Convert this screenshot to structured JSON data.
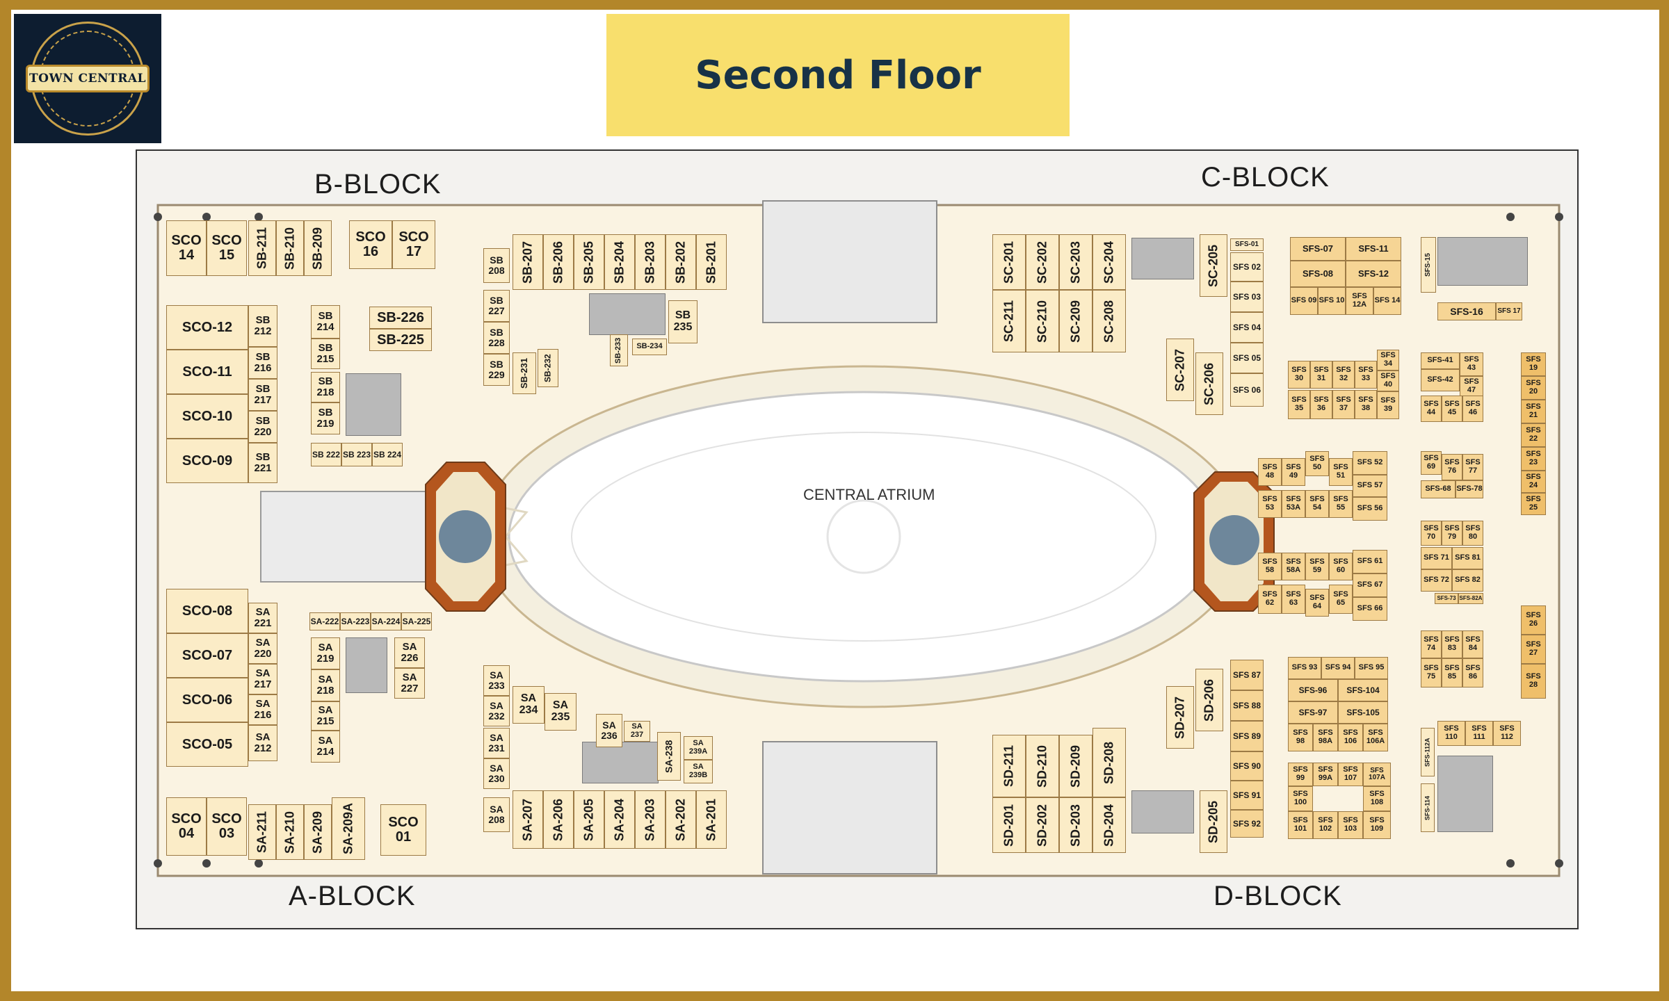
{
  "logo": {
    "text": "TOWN CENTRAL"
  },
  "header": {
    "title": "Second Floor"
  },
  "blocks": {
    "b": "B-BLOCK",
    "c": "C-BLOCK",
    "a": "A-BLOCK",
    "d": "D-BLOCK"
  },
  "atrium": "CENTRAL ATRIUM",
  "colors": {
    "frame": "#b3862a",
    "title_bg": "#f8df6d",
    "title_text": "#173247",
    "logo_bg": "#0d1d30",
    "unit_light": "#fbecc7",
    "unit_mid": "#f6d595",
    "unit_dark": "#efbf6a"
  },
  "units": {
    "sco14": "SCO 14",
    "sco15": "SCO 15",
    "sco16": "SCO 16",
    "sco17": "SCO 17",
    "sb211": "SB-211",
    "sb210": "SB-210",
    "sb209": "SB-209",
    "sco12": "SCO-12",
    "sco11": "SCO-11",
    "sco10": "SCO-10",
    "sco09": "SCO-09",
    "sb212": "SB 212",
    "sb216": "SB 216",
    "sb217": "SB 217",
    "sb220": "SB 220",
    "sb221": "SB 221",
    "sb214": "SB 214",
    "sb215": "SB 215",
    "sb218": "SB 218",
    "sb219": "SB 219",
    "sb226": "SB-226",
    "sb225": "SB-225",
    "sb222": "SB 222",
    "sb223": "SB 223",
    "sb224": "SB 224",
    "sb208": "SB 208",
    "sb227": "SB 227",
    "sb228": "SB 228",
    "sb229": "SB 229",
    "sb207": "SB-207",
    "sb206": "SB-206",
    "sb205": "SB-205",
    "sb204": "SB-204",
    "sb203": "SB-203",
    "sb202": "SB-202",
    "sb201": "SB-201",
    "sb235": "SB 235",
    "sb231": "SB-231",
    "sb232": "SB-232",
    "sb233": "SB-233",
    "sb234": "SB-234",
    "sco08": "SCO-08",
    "sco07": "SCO-07",
    "sco06": "SCO-06",
    "sco05": "SCO-05",
    "sa221": "SA 221",
    "sa220": "SA 220",
    "sa217": "SA 217",
    "sa216": "SA 216",
    "sa212": "SA 212",
    "sa222": "SA-222",
    "sa223": "SA-223",
    "sa224": "SA-224",
    "sa225": "SA-225",
    "sa219": "SA 219",
    "sa218": "SA 218",
    "sa215": "SA 215",
    "sa214": "SA 214",
    "sa226": "SA 226",
    "sa227": "SA 227",
    "sco04": "SCO 04",
    "sco03": "SCO 03",
    "sa211": "SA-211",
    "sa210": "SA-210",
    "sa209": "SA-209",
    "sa209a": "SA-209A",
    "sco01": "SCO 01",
    "sa233": "SA 233",
    "sa232": "SA 232",
    "sa231": "SA 231",
    "sa230": "SA 230",
    "sa208": "SA 208",
    "sa234": "SA 234",
    "sa235": "SA 235",
    "sa236": "SA 236",
    "sa237": "SA 237",
    "sa238": "SA-238",
    "sa239a": "SA 239A",
    "sa239b": "SA 239B",
    "sa207": "SA-207",
    "sa206": "SA-206",
    "sa205": "SA-205",
    "sa204": "SA-204",
    "sa203": "SA-203",
    "sa202": "SA-202",
    "sa201": "SA-201",
    "sc201": "SC-201",
    "sc202": "SC-202",
    "sc203": "SC-203",
    "sc204": "SC-204",
    "sc205": "SC-205",
    "sc211": "SC-211",
    "sc210": "SC-210",
    "sc209": "SC-209",
    "sc208": "SC-208",
    "sc207": "SC-207",
    "sc206": "SC-206",
    "sd211": "SD-211",
    "sd210": "SD-210",
    "sd209": "SD-209",
    "sd208": "SD-208",
    "sd207": "SD-207",
    "sd206": "SD-206",
    "sd201": "SD-201",
    "sd202": "SD-202",
    "sd203": "SD-203",
    "sd204": "SD-204",
    "sd205": "SD-205",
    "sfs01": "SFS-01",
    "sfs02": "SFS 02",
    "sfs03": "SFS 03",
    "sfs04": "SFS 04",
    "sfs05": "SFS 05",
    "sfs06": "SFS 06",
    "sfs07": "SFS-07",
    "sfs11": "SFS-11",
    "sfs08": "SFS-08",
    "sfs12": "SFS-12",
    "sfs09": "SFS 09",
    "sfs10": "SFS 10",
    "sfs12a": "SFS 12A",
    "sfs14": "SFS 14",
    "sfs15": "SFS-15",
    "sfs16": "SFS-16",
    "sfs17": "SFS 17",
    "sfs30": "SFS 30",
    "sfs31": "SFS 31",
    "sfs32": "SFS 32",
    "sfs33": "SFS 33",
    "sfs34": "SFS 34",
    "sfs40": "SFS 40",
    "sfs35": "SFS 35",
    "sfs36": "SFS 36",
    "sfs37": "SFS 37",
    "sfs38": "SFS 38",
    "sfs39": "SFS 39",
    "sfs41": "SFS-41",
    "sfs43": "SFS 43",
    "sfs42": "SFS-42",
    "sfs47": "SFS 47",
    "sfs44": "SFS 44",
    "sfs45": "SFS 45",
    "sfs46": "SFS 46",
    "sfs19": "SFS 19",
    "sfs20": "SFS 20",
    "sfs21": "SFS 21",
    "sfs22": "SFS 22",
    "sfs23": "SFS 23",
    "sfs24": "SFS 24",
    "sfs25": "SFS 25",
    "sfs48": "SFS 48",
    "sfs49": "SFS 49",
    "sfs50": "SFS 50",
    "sfs51": "SFS 51",
    "sfs52": "SFS 52",
    "sfs57": "SFS 57",
    "sfs53": "SFS 53",
    "sfs53a": "SFS 53A",
    "sfs54": "SFS 54",
    "sfs55": "SFS 55",
    "sfs56": "SFS 56",
    "sfs69": "SFS 69",
    "sfs76": "SFS 76",
    "sfs77": "SFS 77",
    "sfs68": "SFS-68",
    "sfs78": "SFS-78",
    "sfs70": "SFS 70",
    "sfs79": "SFS 79",
    "sfs80": "SFS 80",
    "sfs71": "SFS 71",
    "sfs81": "SFS 81",
    "sfs72": "SFS 72",
    "sfs82": "SFS 82",
    "sfs73": "SFS-73",
    "sfs82a": "SFS-82A",
    "sfs58": "SFS 58",
    "sfs58a": "SFS 58A",
    "sfs59": "SFS 59",
    "sfs60": "SFS 60",
    "sfs61": "SFS 61",
    "sfs67": "SFS 67",
    "sfs62": "SFS 62",
    "sfs63": "SFS 63",
    "sfs64": "SFS 64",
    "sfs65": "SFS 65",
    "sfs66": "SFS 66",
    "sfs26": "SFS 26",
    "sfs27": "SFS 27",
    "sfs28": "SFS 28",
    "sfs74": "SFS 74",
    "sfs83": "SFS 83",
    "sfs84": "SFS 84",
    "sfs75": "SFS 75",
    "sfs85": "SFS 85",
    "sfs86": "SFS 86",
    "sfs93": "SFS 93",
    "sfs94": "SFS 94",
    "sfs95": "SFS 95",
    "sfs96": "SFS-96",
    "sfs104": "SFS-104",
    "sfs97": "SFS-97",
    "sfs105": "SFS-105",
    "sfs98": "SFS 98",
    "sfs98a": "SFS 98A",
    "sfs106": "SFS 106",
    "sfs106a": "SFS 106A",
    "sfs87": "SFS 87",
    "sfs88": "SFS 88",
    "sfs89": "SFS 89",
    "sfs90": "SFS 90",
    "sfs91": "SFS 91",
    "sfs92": "SFS 92",
    "sfs99": "SFS 99",
    "sfs99a": "SFS 99A",
    "sfs107": "SFS 107",
    "sfs107a": "SFS 107A",
    "sfs100": "SFS 100",
    "sfs108": "SFS 108",
    "sfs101": "SFS 101",
    "sfs102": "SFS 102",
    "sfs103": "SFS 103",
    "sfs109": "SFS 109",
    "sfs110": "SFS 110",
    "sfs111": "SFS 111",
    "sfs112": "SFS 112",
    "sfs112a": "SFS-112A",
    "sfs114": "SFS-114"
  }
}
